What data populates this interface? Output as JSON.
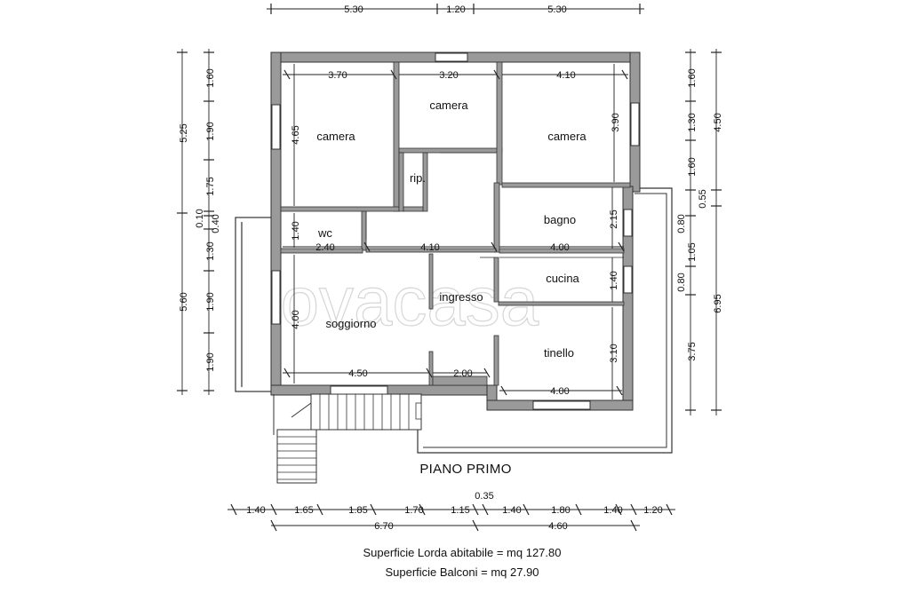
{
  "plan": {
    "title": "PIANO PRIMO",
    "watermark": "trovacasa",
    "rooms": {
      "camera_left": "camera",
      "camera_mid": "camera",
      "camera_right": "camera",
      "rip": "rip.",
      "wc": "wc",
      "bagno": "bagno",
      "ingresso": "ingresso",
      "cucina": "cucina",
      "soggiorno": "soggiorno",
      "tinello": "tinello"
    },
    "summary": {
      "superficie_lorda": "Superficie Lorda abitabile = mq 127.80",
      "superficie_balconi": "Superficie Balconi = mq 27.90"
    }
  },
  "dims": {
    "top": [
      "5.30",
      "1.20",
      "5.30"
    ],
    "inner_top": [
      "3.70",
      "3.20",
      "4.10"
    ],
    "left_vertical": [
      "1.60",
      "1.90",
      "1.75",
      "0.10",
      "0.40",
      "1.30",
      "1.90",
      "1.90"
    ],
    "left_outer": [
      "5.25",
      "5.60"
    ],
    "right_vertical": [
      "1.60",
      "1.30",
      "1.60",
      "0.80",
      "1.05",
      "0.80",
      "3.75"
    ],
    "right_outer": [
      "4.50",
      "0.55",
      "6.95"
    ],
    "bottom_row1": [
      "1.40",
      "1.65",
      "1.85",
      "1.70",
      "1.15",
      "0.35",
      "1.40",
      "1.80",
      "1.40",
      "1.20"
    ],
    "bottom_row2": [
      "6.70",
      "4.60"
    ],
    "interior": {
      "camera_left_h": "4.65",
      "camera_right_h": "3.90",
      "wc_h": "1.40",
      "wc_w": "2.40",
      "hall_w": "4.10",
      "bagno_w": "4.00",
      "bagno_h": "2.15",
      "cucina_h": "1.40",
      "soggiorno_h": "4.00",
      "soggiorno_w": "4.50",
      "hall_bottom_w": "2.00",
      "tinello_h": "3.10",
      "tinello_w": "4.00"
    }
  }
}
